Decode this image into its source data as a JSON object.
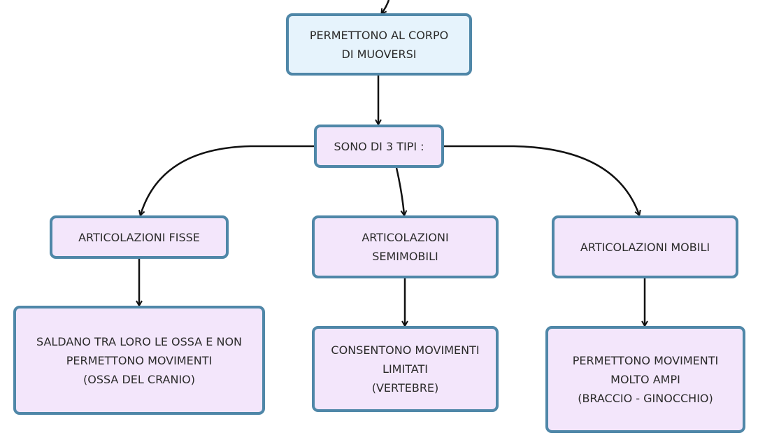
{
  "colors": {
    "border": "#4f87a8",
    "root_fill": "#e6f3fc",
    "node_fill": "#f3e6fb",
    "text": "#2b2b2b",
    "connector": "#111111"
  },
  "nodes": {
    "root": "PERMETTONO AL CORPO\nDI MUOVERSI",
    "types": "SONO DI 3 TIPI :",
    "fisse": "ARTICOLAZIONI FISSE",
    "semimobili": "ARTICOLAZIONI\nSEMIMOBILI",
    "mobili": "ARTICOLAZIONI MOBILI",
    "fisse_desc": "SALDANO TRA LORO LE OSSA E NON\nPERMETTONO MOVIMENTI\n(OSSA DEL CRANIO)",
    "semimobili_desc": "CONSENTONO MOVIMENTI\nLIMITATI\n(VERTEBRE)",
    "mobili_desc": "PERMETTONO MOVIMENTI\nMOLTO AMPI\n(BRACCIO - GINOCCHIO)"
  }
}
